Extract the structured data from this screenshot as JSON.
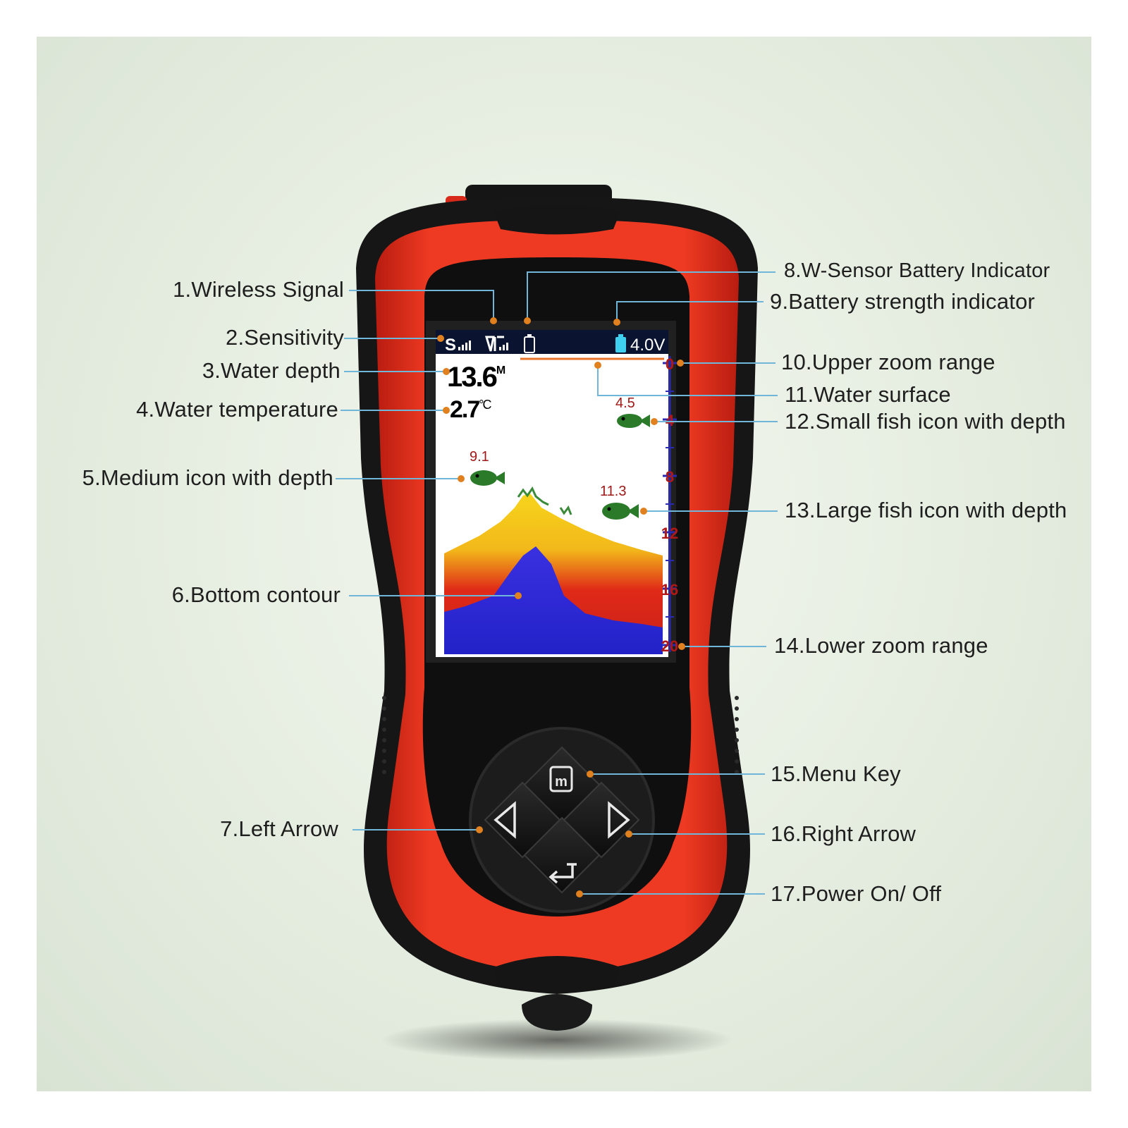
{
  "screen": {
    "sensitivity_letter": "S",
    "voltage": "4.0V",
    "depth_value": "13.6",
    "depth_unit": "M",
    "temperature_value": "2.7",
    "temperature_unit": "°C",
    "scale_ticks": [
      "0",
      "4",
      "8",
      "12",
      "16",
      "20"
    ],
    "fish": [
      {
        "depth": "4.5",
        "size": "small"
      },
      {
        "depth": "9.1",
        "size": "medium"
      },
      {
        "depth": "11.3",
        "size": "large"
      }
    ]
  },
  "callouts": {
    "wireless_signal": "1.Wireless Signal",
    "sensitivity": "2.Sensitivity",
    "water_depth": "3.Water depth",
    "water_temperature": "4.Water temperature",
    "medium_icon": "5.Medium icon with depth",
    "bottom_contour": "6.Bottom contour",
    "left_arrow": "7.Left Arrow",
    "wsensor_battery": "8.W-Sensor Battery Indicator",
    "battery_strength": "9.Battery strength indicator",
    "upper_zoom": "10.Upper zoom range",
    "water_surface": "11.Water surface",
    "small_fish": "12.Small fish icon with depth",
    "large_fish": "13.Large fish icon with depth",
    "lower_zoom": "14.Lower zoom range",
    "menu_key": "15.Menu Key",
    "right_arrow": "16.Right Arrow",
    "power": "17.Power On/ Off"
  },
  "colors": {
    "shell_red": "#e8321f",
    "shell_black": "#1a1a1a",
    "sonar_yellow": "#f5d21a",
    "sonar_red": "#e0201a",
    "sonar_blue": "#2a2ad8",
    "callout_dot": "#e0801e",
    "leader_line": "#6fb6d8"
  },
  "icons": [
    "wireless-signal-icon",
    "battery-icon",
    "fish-icon",
    "menu-key-icon",
    "left-arrow-icon",
    "right-arrow-icon",
    "enter-power-icon"
  ]
}
